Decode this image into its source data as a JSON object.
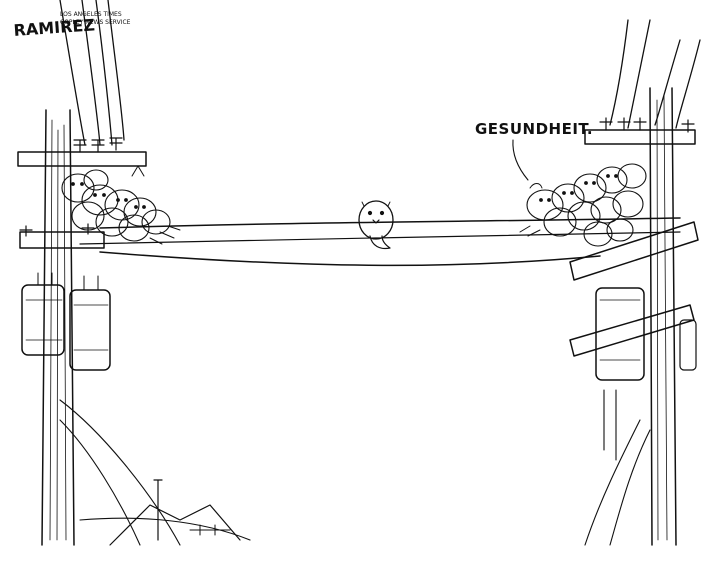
{
  "signature": {
    "artist": "RAMIREZ",
    "line1": "LOS ANGELES TIMES",
    "line2": "COPLEY NEWS SERVICE"
  },
  "speech": {
    "text": "GESUNDHEIT."
  }
}
